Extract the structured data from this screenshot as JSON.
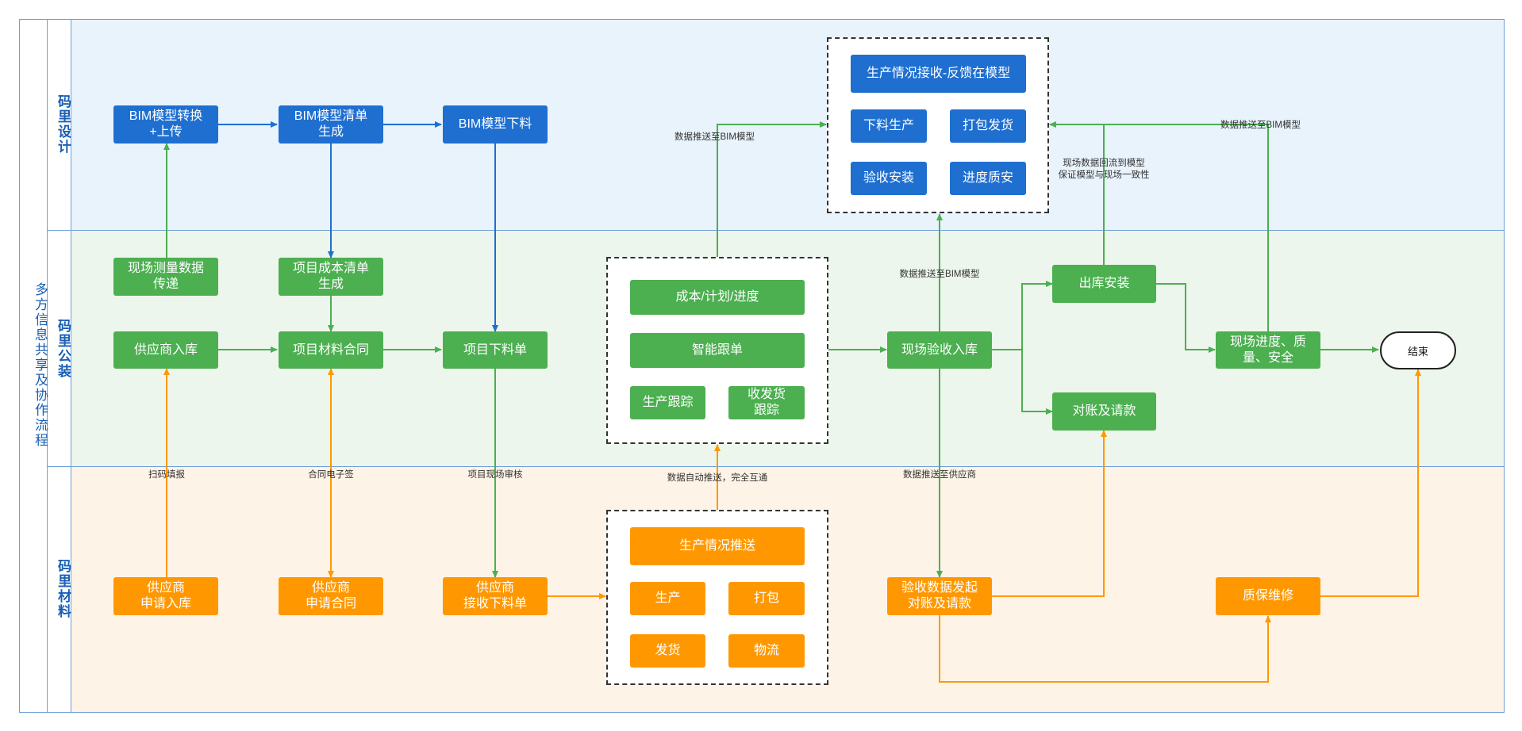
{
  "main_title": "多方信息共享及协作流程",
  "lanes": {
    "design": "码里设计",
    "public": "码里公装",
    "materials": "码里材料"
  },
  "colors": {
    "design_bg": "#e8f3fc",
    "public_bg": "#edf6ec",
    "materials_bg": "#fdf3e6",
    "blue": "#1f6fd0",
    "green": "#4caf50",
    "orange": "#ff9800",
    "border": "#6f9fd8"
  },
  "nodes": {
    "bim_convert": "BIM模型转换\n+上传",
    "bim_list": "BIM模型清单\n生成",
    "bim_cut": "BIM模型下料",
    "feedback_title": "生产情况接收-反馈在模型",
    "fb_cut": "下料生产",
    "fb_pack": "打包发货",
    "fb_accept": "验收安装",
    "fb_progress": "进度质安",
    "site_measure": "现场测量数据\n传递",
    "cost_list": "项目成本清单\n生成",
    "supplier_stock": "供应商入库",
    "material_contract": "项目材料合同",
    "cut_order": "项目下料单",
    "cost_plan": "成本/计划/进度",
    "smart_track": "智能跟单",
    "prod_track": "生产跟踪",
    "ship_track": "收发货\n跟踪",
    "site_accept": "现场验收入库",
    "out_install": "出库安装",
    "reconcile": "对账及请款",
    "site_progress": "现场进度、质\n量、安全",
    "end": "结束",
    "sup_apply_stock": "供应商\n申请入库",
    "sup_apply_contract": "供应商\n申请合同",
    "sup_receive_order": "供应商\n接收下料单",
    "prod_push": "生产情况推送",
    "m_produce": "生产",
    "m_pack": "打包",
    "m_ship": "发货",
    "m_logistics": "物流",
    "accept_data": "验收数据发起\n对账及请款",
    "warranty": "质保维修"
  },
  "edge_labels": {
    "scan_fill": "扫码填报",
    "contract_sign": "合同电子签",
    "site_review": "项目现场审核",
    "auto_push": "数据自动推送，完全互通",
    "push_bim_1": "数据推送至BIM模型",
    "push_bim_2": "数据推送至BIM模型",
    "push_bim_3": "数据推送至BIM模型",
    "push_supplier": "数据推送至供应商",
    "backflow_1": "现场数据回流到模型",
    "backflow_2": "保证模型与现场一致性"
  }
}
